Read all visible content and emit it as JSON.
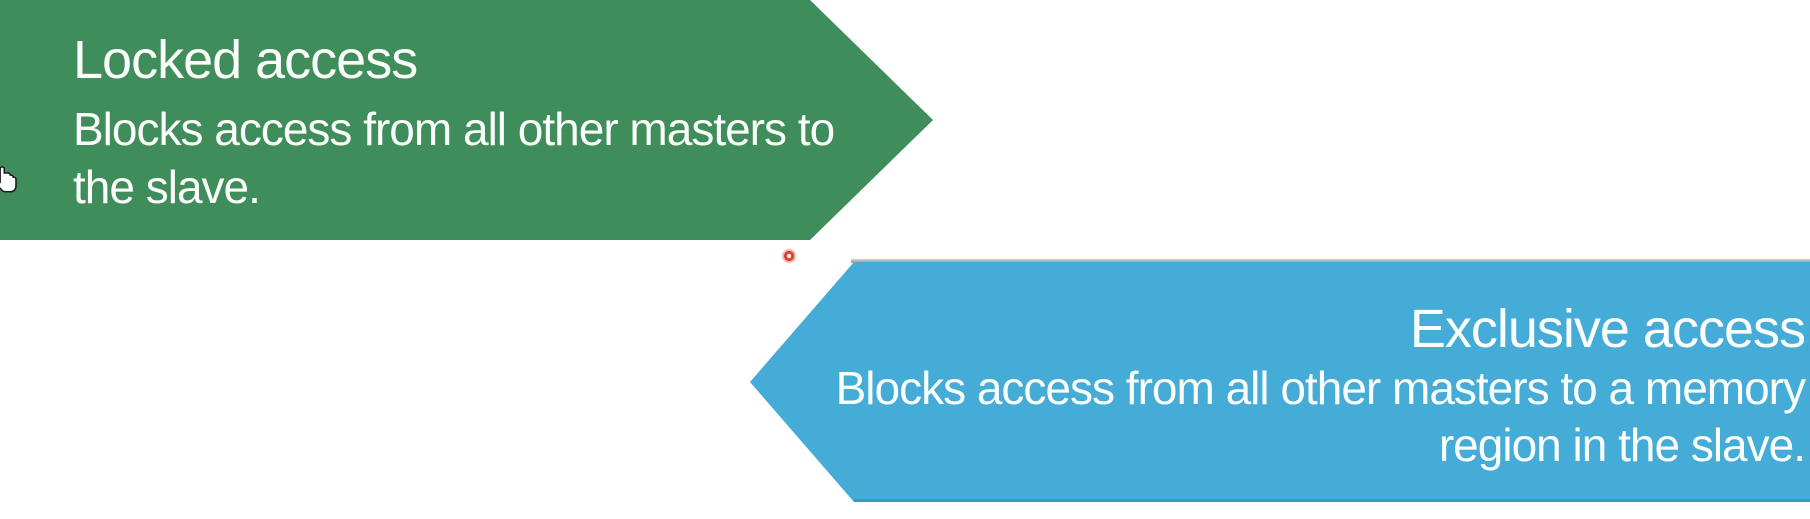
{
  "slide": {
    "background_color": "#ffffff",
    "shapes": {
      "locked": {
        "title": "Locked access",
        "description": "Blocks access from all other masters to\nthe slave.",
        "color": "#3e8d5a",
        "direction": "right-pointing"
      },
      "exclusive": {
        "title": "Exclusive access",
        "description": "Blocks access from all other masters to a memory\nregion in the slave.",
        "color": "#45acd8",
        "direction": "left-pointing"
      }
    },
    "decorations": {
      "top_rule_color": "#8f969b",
      "laser_pointer_color": "#e2402e",
      "cursor_type": "hand-pointer"
    }
  }
}
